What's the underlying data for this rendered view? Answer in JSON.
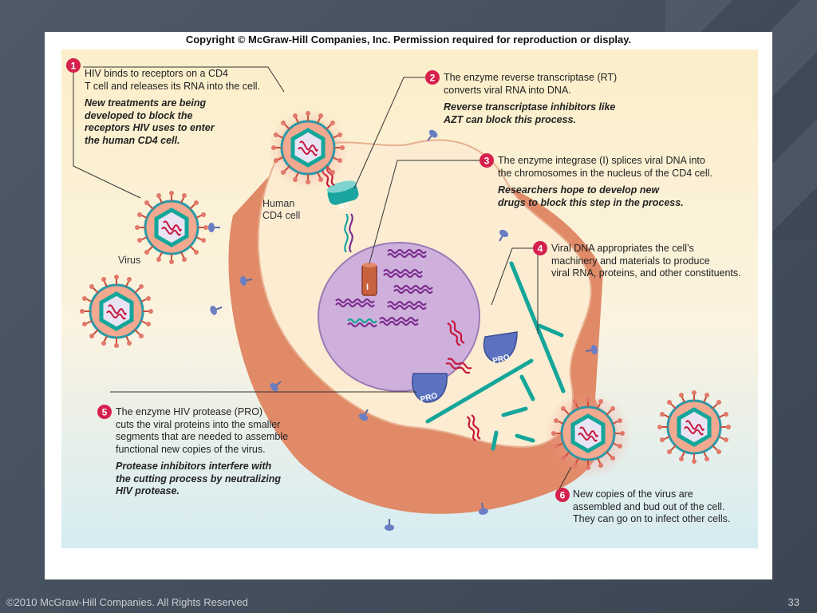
{
  "header": {
    "copyright": "Copyright © McGraw-Hill Companies, Inc.  Permission required for reproduction or display."
  },
  "labels": {
    "cell": "Human\nCD4 cell",
    "virus": "Virus",
    "rt": "RT",
    "integrase": "I",
    "protease_a": "PRO",
    "protease_b": "PRO"
  },
  "steps": [
    {
      "number": "1",
      "text": "HIV binds to receptors on a CD4\nT cell and releases its RNA into the cell.",
      "note": "New treatments are being\ndeveloped to block the\nreceptors HIV uses to enter\nthe human CD4 cell."
    },
    {
      "number": "2",
      "text": "The enzyme reverse transcriptase (RT)\nconverts viral RNA into DNA.",
      "note": "Reverse transcriptase inhibitors like\nAZT can block this process."
    },
    {
      "number": "3",
      "text": "The enzyme integrase (I) splices viral DNA into\nthe chromosomes in the nucleus of the CD4 cell.",
      "note": "Researchers hope to develop new\ndrugs to block this step in the process."
    },
    {
      "number": "4",
      "text": "Viral DNA appropriates the cell’s\nmachinery and materials to produce\nviral RNA, proteins, and other constituents.",
      "note": ""
    },
    {
      "number": "5",
      "text": "The enzyme HIV protease (PRO)\ncuts the viral proteins into the smaller\nsegments that are needed to assemble\nfunctional new copies of the virus.",
      "note": "Protease inhibitors interfere with\nthe cutting process by neutralizing\nHIV protease."
    },
    {
      "number": "6",
      "text": "New copies of the virus are\nassembled and bud out of the cell.\nThey can go on to infect other cells.",
      "note": ""
    }
  ],
  "colors": {
    "step_badge": "#d6204e",
    "capsid": "#14a69a",
    "rna": "#c8163c",
    "cell": "#f6d9b4",
    "nucleus": "#c9a6d9"
  },
  "footer": {
    "text": "©2010 McGraw-Hill Companies. All Rights Reserved",
    "page": "33"
  }
}
